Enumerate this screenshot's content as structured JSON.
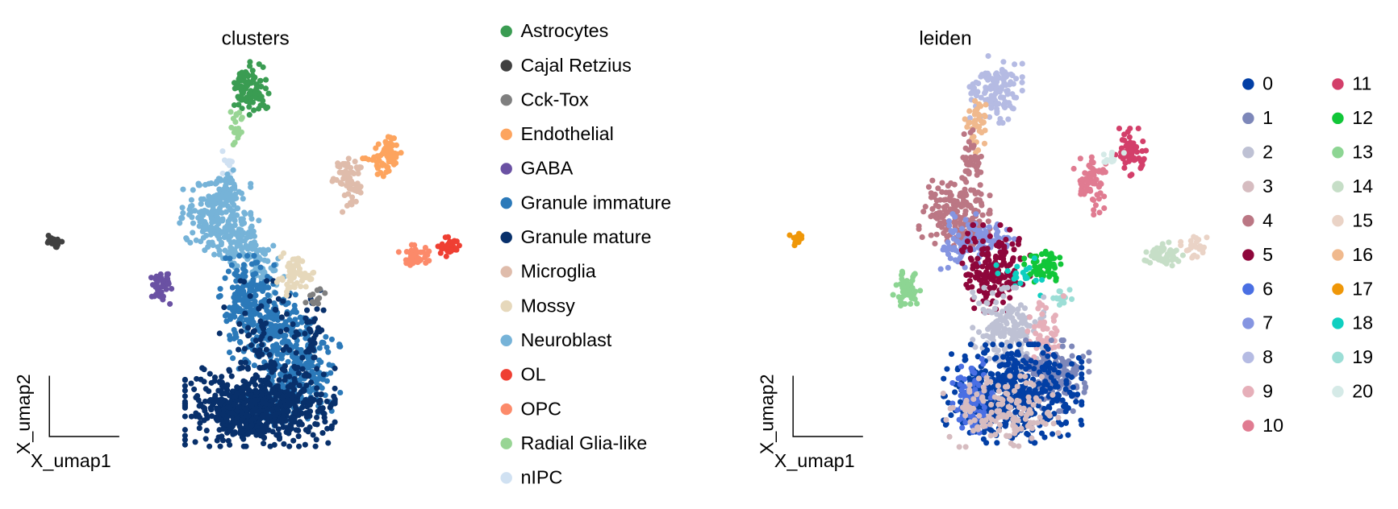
{
  "chart_data": [
    {
      "type": "scatter",
      "title": "clusters",
      "xlabel": "X_umap1",
      "ylabel": "X_umap2",
      "grid": false,
      "legend": "right",
      "legend_entries": [
        {
          "name": "Astrocytes",
          "color": "#3a9c52"
        },
        {
          "name": "Cajal Retzius",
          "color": "#404040"
        },
        {
          "name": "Cck-Tox",
          "color": "#7f7f7f"
        },
        {
          "name": "Endothelial",
          "color": "#fda45e"
        },
        {
          "name": "GABA",
          "color": "#6a51a3"
        },
        {
          "name": "Granule immature",
          "color": "#2b79b9"
        },
        {
          "name": "Granule mature",
          "color": "#08306b"
        },
        {
          "name": "Microglia",
          "color": "#dfbcab"
        },
        {
          "name": "Mossy",
          "color": "#e6d8bb"
        },
        {
          "name": "Neuroblast",
          "color": "#76b3d8"
        },
        {
          "name": "OL",
          "color": "#ef3f32"
        },
        {
          "name": "OPC",
          "color": "#fc8a6a"
        },
        {
          "name": "Radial Glia-like",
          "color": "#98d594"
        },
        {
          "name": "nIPC",
          "color": "#d0e1f2"
        }
      ]
    },
    {
      "type": "scatter",
      "title": "leiden",
      "xlabel": "X_umap1",
      "ylabel": "X_umap2",
      "grid": false,
      "legend": "right",
      "legend_entries": [
        {
          "name": "0",
          "color": "#023fa5"
        },
        {
          "name": "1",
          "color": "#7d87b9"
        },
        {
          "name": "2",
          "color": "#bec1d4"
        },
        {
          "name": "3",
          "color": "#d6bcc0"
        },
        {
          "name": "4",
          "color": "#bb7784"
        },
        {
          "name": "5",
          "color": "#8e063b"
        },
        {
          "name": "6",
          "color": "#4a6fe3"
        },
        {
          "name": "7",
          "color": "#8595e1"
        },
        {
          "name": "8",
          "color": "#b5bbe3"
        },
        {
          "name": "9",
          "color": "#e6afb9"
        },
        {
          "name": "10",
          "color": "#e07b91"
        },
        {
          "name": "11",
          "color": "#d33f6a"
        },
        {
          "name": "12",
          "color": "#11c638"
        },
        {
          "name": "13",
          "color": "#8dd593"
        },
        {
          "name": "14",
          "color": "#c6dec7"
        },
        {
          "name": "15",
          "color": "#ead3c6"
        },
        {
          "name": "16",
          "color": "#f0b98d"
        },
        {
          "name": "17",
          "color": "#ef9708"
        },
        {
          "name": "18",
          "color": "#0fcfc0"
        },
        {
          "name": "19",
          "color": "#9cded6"
        },
        {
          "name": "20",
          "color": "#d5eae7"
        }
      ]
    }
  ]
}
